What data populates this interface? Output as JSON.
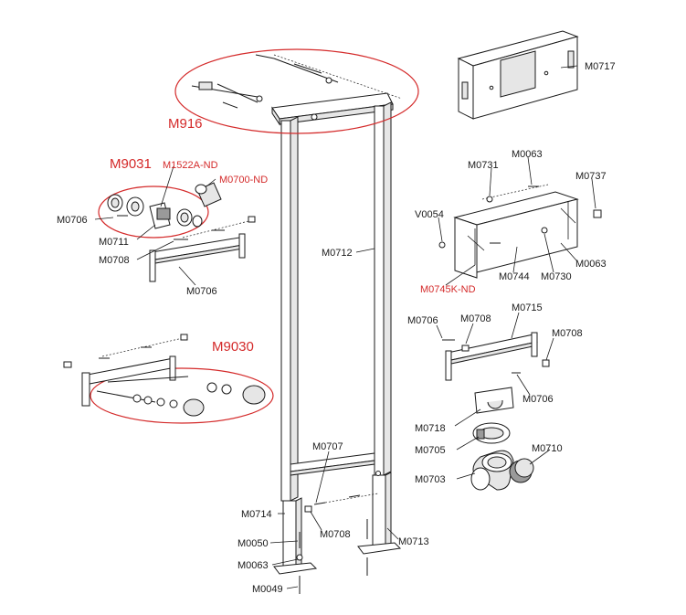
{
  "labels": {
    "m0717": "M0717",
    "m916": "M916",
    "m9031": "M9031",
    "m1522a": "M1522A-ND",
    "m0700": "M0700-ND",
    "m0706_a": "M0706",
    "m0711": "M0711",
    "m0708_a": "M0708",
    "m0706_b": "M0706",
    "m0712": "M0712",
    "m0731": "M0731",
    "m0063_a": "M0063",
    "m0737": "M0737",
    "v0054": "V0054",
    "m0063_b": "M0063",
    "m0744": "M0744",
    "m0730": "M0730",
    "m0745k": "M0745K-ND",
    "m9030": "M9030",
    "m0706_c": "M0706",
    "m0708_b": "M0708",
    "m0715": "M0715",
    "m0708_c": "M0708",
    "m0706_d": "M0706",
    "m0718": "M0718",
    "m0705": "M0705",
    "m0707": "M0707",
    "m0710": "M0710",
    "m0703": "M0703",
    "m0714": "M0714",
    "m0708_d": "M0708",
    "m0713": "M0713",
    "m0050": "M0050",
    "m0063_c": "M0063",
    "m0049": "M0049"
  },
  "colors": {
    "highlight": "#d42a2a",
    "line": "#1a1a1a",
    "background": "#ffffff"
  }
}
